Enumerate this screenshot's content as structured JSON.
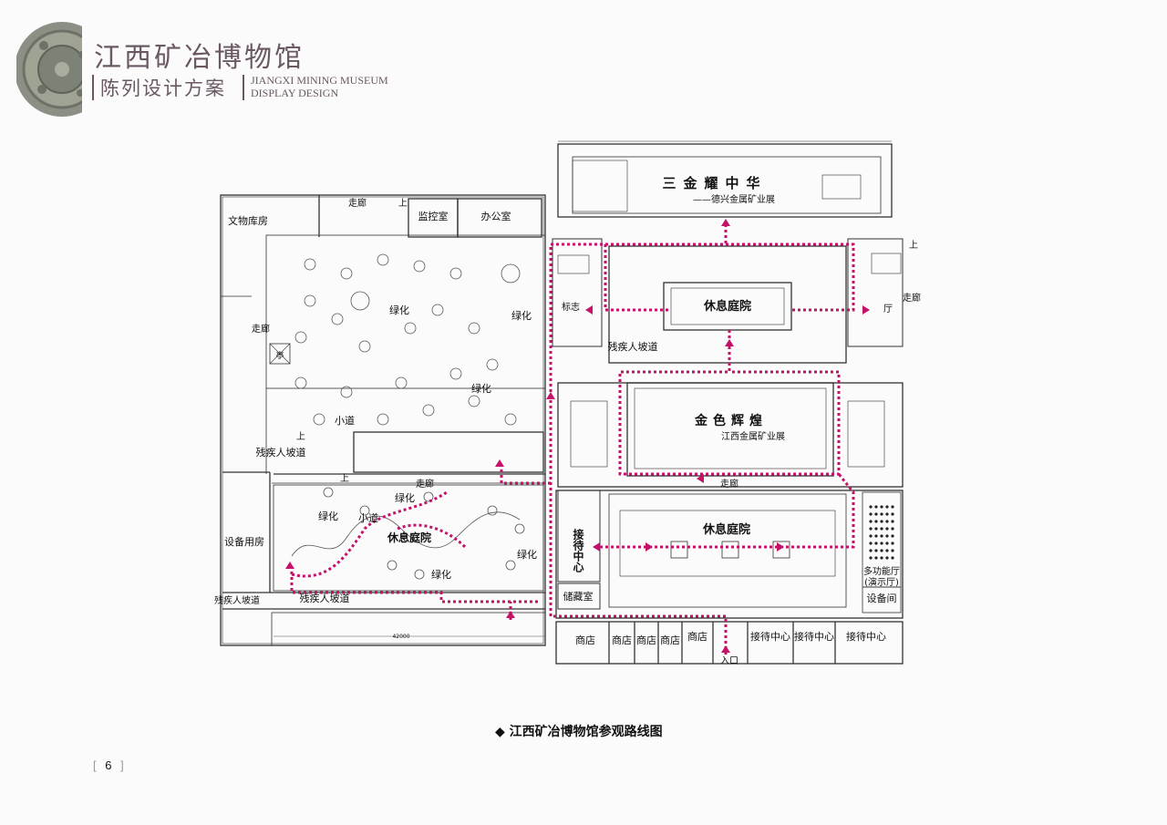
{
  "header": {
    "title": "江西矿冶博物馆",
    "subtitle": "陈列设计方案",
    "english_line1": "JIANGXI MINING MUSEUM",
    "english_line2": "DISPLAY DESIGN"
  },
  "caption": {
    "bullet": "◆",
    "text": "江西矿冶博物馆参观路线图"
  },
  "page_number": "6",
  "page_number_brackets": [
    "[",
    "]"
  ],
  "plan": {
    "top_hall_title": "三金耀中华",
    "top_hall_sub": "——德兴金属矿业展",
    "mid_hall_title": "金色辉煌",
    "mid_hall_sub": "江西金属矿业展",
    "courtyard_top": "休息庭院",
    "courtyard_bottom": "休息庭院",
    "garden_courtyard": "休息庭院",
    "artifact_storage": "文物库房",
    "monitor_room": "监控室",
    "office": "办公室",
    "corridor": "走廊",
    "greenery": "绿化",
    "path": "小道",
    "ramp": "残疾人坡道",
    "equipment_room_left": "设备用房",
    "reception_center": "接待中心",
    "storage": "储藏室",
    "shop": "商店",
    "multi_hall": "多功能厅",
    "multi_hall_sub": "(演示厅)",
    "equipment_room": "设备间",
    "entrance": "入口",
    "up": "上",
    "marker": "标志",
    "hall_right": "厅",
    "pavilion": "亭",
    "dimension": "42000"
  },
  "colors": {
    "route": "#c4126a",
    "wall": "#333333",
    "title": "#6a5864"
  }
}
